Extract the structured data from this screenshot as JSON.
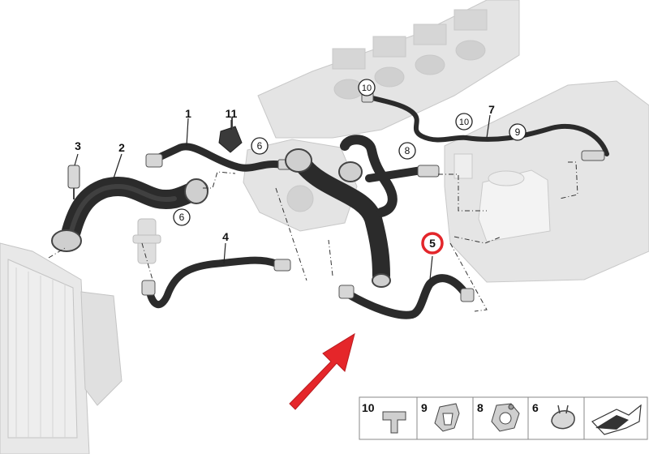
{
  "diagram": {
    "part_labels": [
      {
        "id": "label-1",
        "text": "1",
        "circled": false
      },
      {
        "id": "label-2",
        "text": "2",
        "circled": false
      },
      {
        "id": "label-3",
        "text": "3",
        "circled": false
      },
      {
        "id": "label-4",
        "text": "4",
        "circled": false
      },
      {
        "id": "label-7",
        "text": "7",
        "circled": false
      },
      {
        "id": "label-11",
        "text": "11",
        "circled": false
      },
      {
        "id": "label-5",
        "text": "5",
        "circled": true,
        "highlighted": true
      },
      {
        "id": "label-6a",
        "text": "6",
        "circled": true
      },
      {
        "id": "label-6b",
        "text": "6",
        "circled": true
      },
      {
        "id": "label-8",
        "text": "8",
        "circled": true
      },
      {
        "id": "label-9",
        "text": "9",
        "circled": true
      },
      {
        "id": "label-10a",
        "text": "10",
        "circled": true
      },
      {
        "id": "label-10b",
        "text": "10",
        "circled": true
      }
    ],
    "legend": {
      "cells": [
        {
          "number": "10",
          "icon": "t-connector-icon"
        },
        {
          "number": "9",
          "icon": "hose-clamp-icon"
        },
        {
          "number": "8",
          "icon": "spring-clip-icon"
        },
        {
          "number": "6",
          "icon": "hose-clip-icon"
        }
      ],
      "last_icon": "direction-arrow-icon"
    },
    "colors": {
      "hose": "#2b2b2b",
      "background_part": "#e3e3e3",
      "highlight": "#e3262b",
      "arrow": "#e5262a",
      "outline": "#555555"
    }
  }
}
